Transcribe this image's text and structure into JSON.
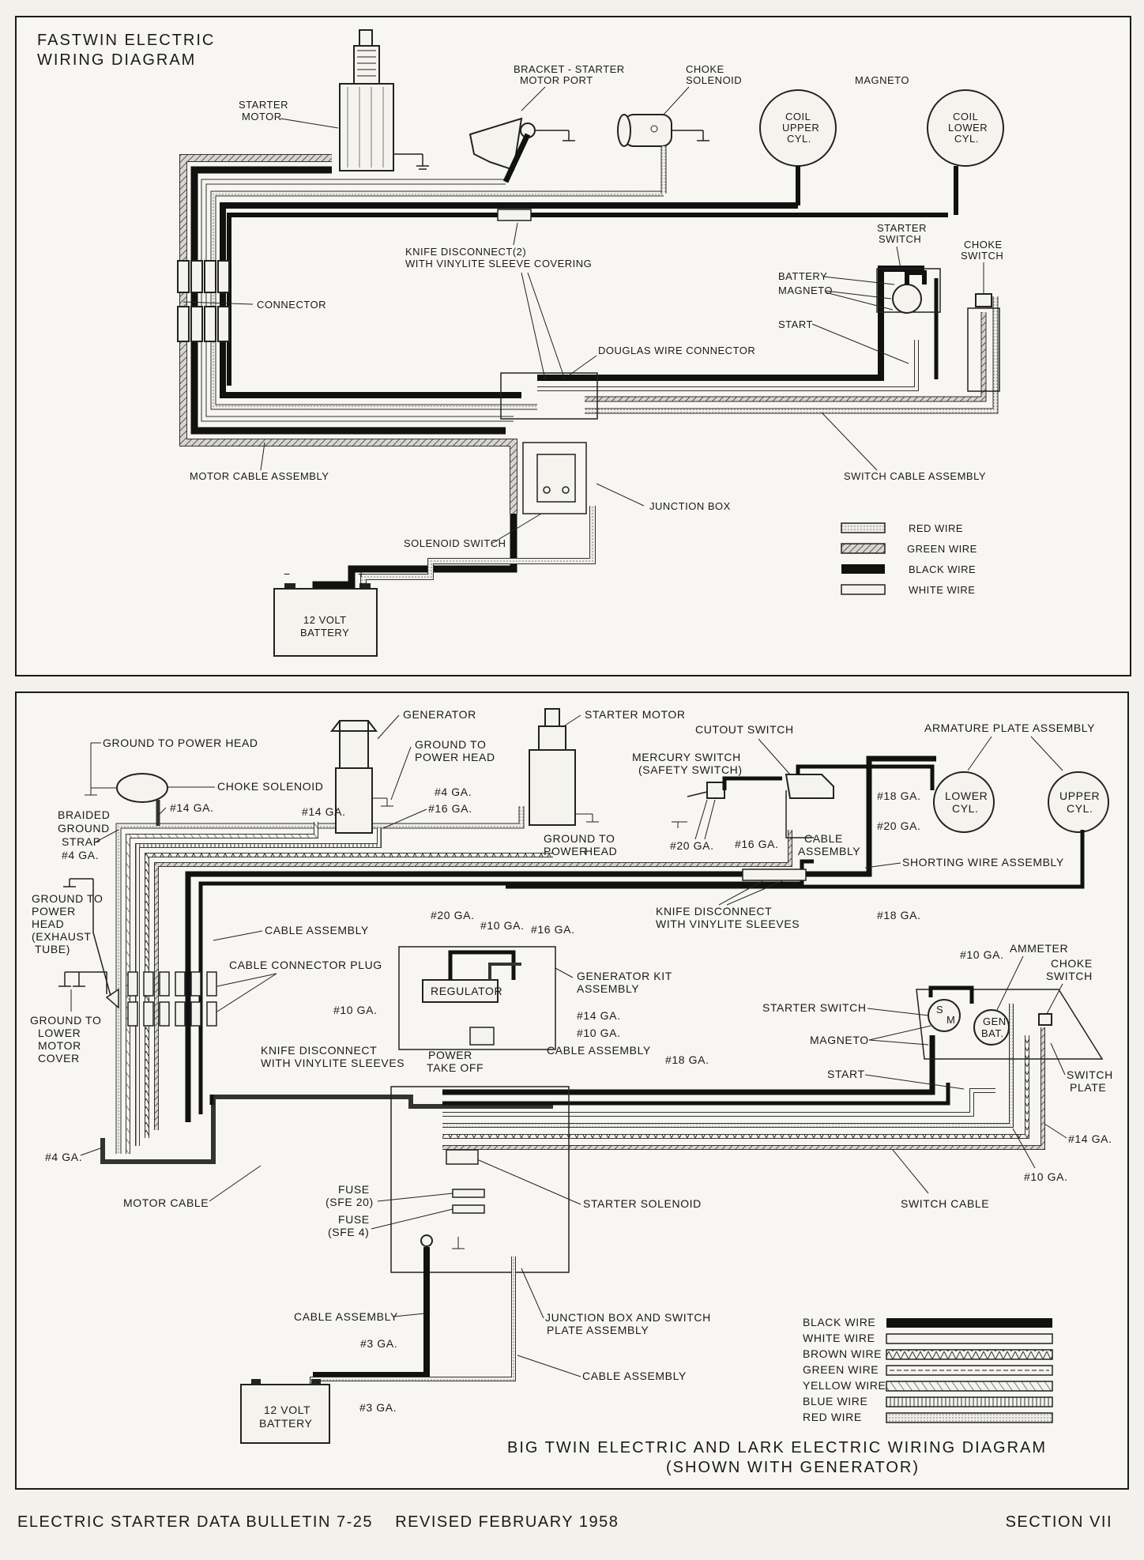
{
  "top_diagram": {
    "title_line1": "FASTWIN ELECTRIC",
    "title_line2": "WIRING DIAGRAM",
    "labels": {
      "starter_motor_1": "STARTER",
      "starter_motor_2": "MOTOR",
      "bracket_1": "BRACKET - STARTER",
      "bracket_2": "MOTOR PORT",
      "choke_solenoid_1": "CHOKE",
      "choke_solenoid_2": "SOLENOID",
      "magneto": "MAGNETO",
      "coil_upper_1": "COIL",
      "coil_upper_2": "UPPER",
      "coil_upper_3": "CYL.",
      "coil_lower_1": "COIL",
      "coil_lower_2": "LOWER",
      "coil_lower_3": "CYL.",
      "knife_1": "KNIFE DISCONNECT(2)",
      "knife_2": "WITH VINYLITE SLEEVE COVERING",
      "starter_switch_1": "STARTER",
      "starter_switch_2": "SWITCH",
      "choke_switch_1": "CHOKE",
      "choke_switch_2": "SWITCH",
      "battery": "BATTERY",
      "magneto_sw": "MAGNETO",
      "start": "START",
      "connector": "CONNECTOR",
      "douglas": "DOUGLAS WIRE CONNECTOR",
      "motor_cable": "MOTOR CABLE ASSEMBLY",
      "switch_cable": "SWITCH CABLE ASSEMBLY",
      "junction_box": "JUNCTION BOX",
      "solenoid_switch": "SOLENOID SWITCH",
      "battery_1": "12 VOLT",
      "battery_2": "BATTERY",
      "minus": "−",
      "plus": "+"
    },
    "legend": [
      "RED WIRE",
      "GREEN WIRE",
      "BLACK WIRE",
      "WHITE WIRE"
    ]
  },
  "bottom_diagram": {
    "title_line1": "BIG TWIN ELECTRIC AND LARK ELECTRIC WIRING DIAGRAM",
    "title_line2": "(SHOWN WITH GENERATOR)",
    "labels": {
      "generator": "GENERATOR",
      "ground_power_head_gen_1": "GROUND TO",
      "ground_power_head_gen_2": "POWER HEAD",
      "starter_motor": "STARTER MOTOR",
      "ground_power_head_top": "GROUND TO POWER HEAD",
      "choke_solenoid": "CHOKE SOLENOID",
      "cutout_switch": "CUTOUT SWITCH",
      "mercury_1": "MERCURY SWITCH",
      "mercury_2": "(SAFETY SWITCH)",
      "armature": "ARMATURE PLATE ASSEMBLY",
      "lower_cyl_1": "LOWER",
      "lower_cyl_2": "CYL.",
      "upper_cyl_1": "UPPER",
      "upper_cyl_2": "CYL.",
      "ga14_a": "#14 GA.",
      "ga14_b": "#14 GA.",
      "ga4_a": "#4 GA.",
      "ga16_a": "#16 GA.",
      "ga18_a": "#18 GA.",
      "ga20_a": "#20 GA.",
      "ga20_b": "#20 GA.",
      "ga16_b": "#16 GA.",
      "braided_1": "BRAIDED",
      "braided_2": "GROUND",
      "braided_3": "STRAP",
      "braided_4": "#4 GA.",
      "ground_sm_1": "GROUND TO",
      "ground_sm_2": "POWER HEAD",
      "ground_mid_1": "GROUND TO",
      "ground_mid_2": "POWER",
      "ground_mid_3": "HEAD",
      "ground_mid_4": "(EXHAUST",
      "ground_mid_5": "TUBE)",
      "cable_assembly_sm_1": "CABLE",
      "cable_assembly_sm_2": "ASSEMBLY",
      "shorting": "SHORTING WIRE ASSEMBLY",
      "ga20_c": "#20 GA.",
      "knife_1": "KNIFE DISCONNECT",
      "knife_2": "WITH VINYLITE SLEEVES",
      "ga18_b": "#18 GA.",
      "cable_assembly_a": "CABLE ASSEMBLY",
      "ga10_a": "#10 GA.",
      "ga16_c": "#16 GA.",
      "cable_plug": "CABLE CONNECTOR PLUG",
      "regulator": "REGULATOR",
      "gen_kit_1": "GENERATOR KIT",
      "gen_kit_2": "ASSEMBLY",
      "ga10_b": "#10 GA.",
      "ga14_c": "#14 GA.",
      "ga10_c": "#10 GA.",
      "cable_assembly_b": "CABLE ASSEMBLY",
      "ground_lower_1": "GROUND TO",
      "ground_lower_2": "LOWER",
      "ground_lower_3": "MOTOR",
      "ground_lower_4": "COVER",
      "knife_sm_1": "KNIFE DISCONNECT",
      "knife_sm_2": "WITH VINYLITE SLEEVES",
      "pto_1": "POWER",
      "pto_2": "TAKE OFF",
      "ga18_c": "#18 GA.",
      "ga10_d": "#10 GA.",
      "ammeter": "AMMETER",
      "choke_switch_1": "CHOKE",
      "choke_switch_2": "SWITCH",
      "starter_switch": "STARTER SWITCH",
      "magneto": "MAGNETO",
      "start": "START",
      "switch_plate_1": "SWITCH",
      "switch_plate_2": "PLATE",
      "ga14_d": "#14 GA.",
      "ga10_e": "#10 GA.",
      "ga4_b": "#4 GA.",
      "motor_cable": "MOTOR CABLE",
      "switch_cable": "SWITCH CABLE",
      "fuse1_1": "FUSE",
      "fuse1_2": "(SFE 20)",
      "fuse2_1": "FUSE",
      "fuse2_2": "(SFE 4)",
      "starter_solenoid": "STARTER SOLENOID",
      "cable_assembly_c": "CABLE ASSEMBLY",
      "ga3_a": "#3 GA.",
      "junction_1": "JUNCTION BOX AND SWITCH",
      "junction_2": "PLATE ASSEMBLY",
      "cable_assembly_d": "CABLE ASSEMBLY",
      "ga3_b": "#3 GA.",
      "battery_1": "12 VOLT",
      "battery_2": "BATTERY",
      "gen": "GEN",
      "bat": "BAT.",
      "s": "S",
      "m": "M"
    },
    "legend": [
      "BLACK WIRE",
      "WHITE WIRE",
      "BROWN WIRE",
      "GREEN WIRE",
      "YELLOW WIRE",
      "BLUE WIRE",
      "RED WIRE"
    ]
  },
  "footer": {
    "left": "ELECTRIC STARTER DATA BULLETIN 7-25    REVISED FEBRUARY 1958",
    "right": "SECTION VII"
  }
}
